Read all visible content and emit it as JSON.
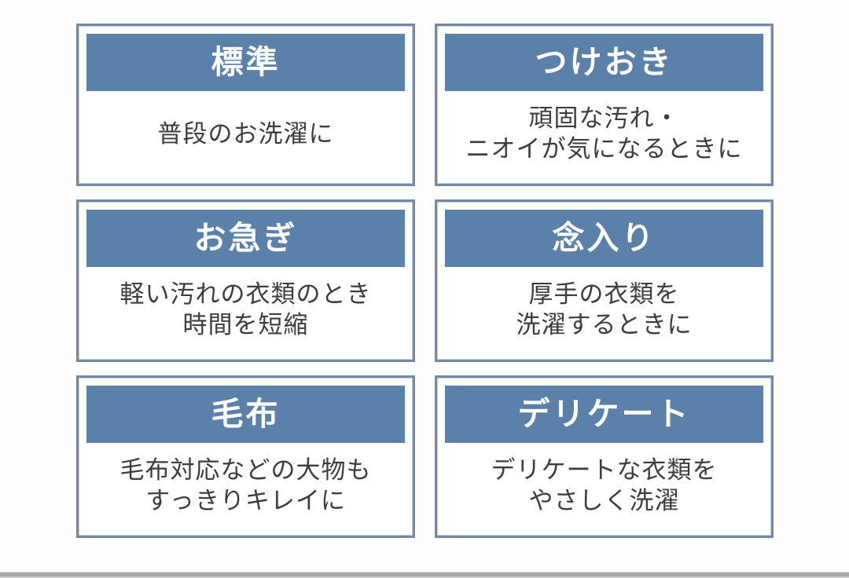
{
  "colors": {
    "header_bg": "#5b80aa",
    "card_border": "#7489a7",
    "header_text": "#ffffff",
    "body_text": "#3d3d3d",
    "page_bg": "#fefefe",
    "bottom_bar": "#a6a6a6"
  },
  "cards": [
    {
      "id": "standard",
      "title": "標準",
      "description": "普段のお洗濯に"
    },
    {
      "id": "tsukeoki",
      "title": "つけおき",
      "description": "頑固な汚れ・\nニオイが気になるときに"
    },
    {
      "id": "oisogi",
      "title": "お急ぎ",
      "description": "軽い汚れの衣類のとき\n時間を短縮"
    },
    {
      "id": "nenniri",
      "title": "念入り",
      "description": "厚手の衣類を\n洗濯するときに"
    },
    {
      "id": "mofu",
      "title": "毛布",
      "description": "毛布対応などの大物も\nすっきりキレイに"
    },
    {
      "id": "delicate",
      "title": "デリケート",
      "description": "デリケートな衣類を\nやさしく洗濯"
    }
  ]
}
